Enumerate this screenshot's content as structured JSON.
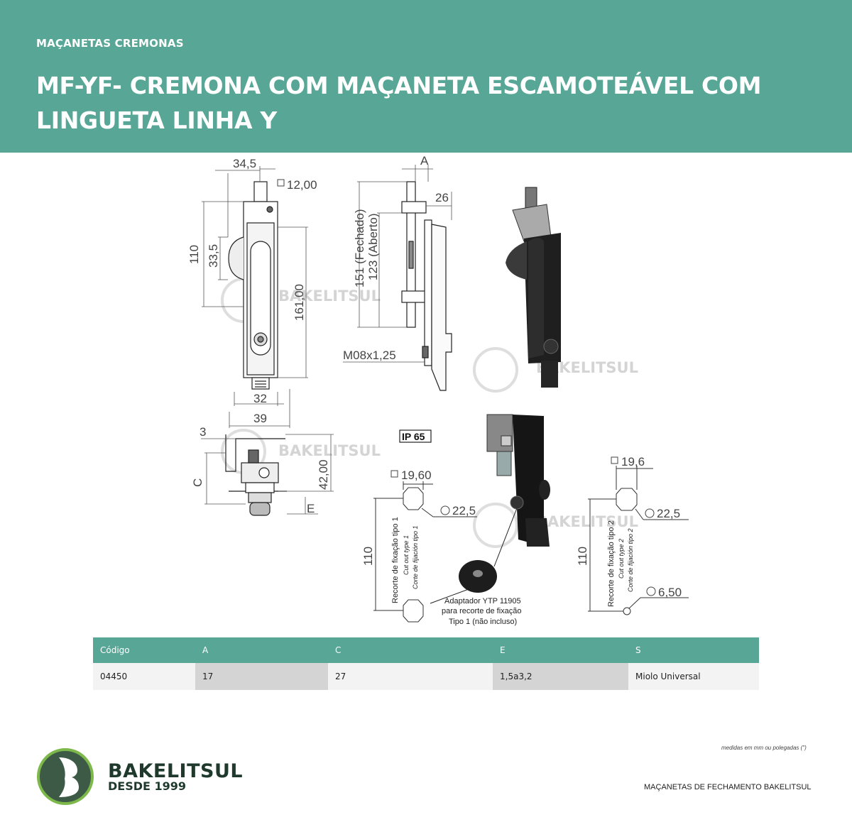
{
  "header": {
    "category": "MAÇANETAS CREMONAS",
    "title": "MF-YF- CREMONA COM MAÇANETA ESCAMOTEÁVEL COM LINGUETA LINHA Y"
  },
  "drawing": {
    "watermark": "BAKELITSUL",
    "front_view": {
      "dim_width_top": "34,5",
      "dim_square": "12,00",
      "dim_110": "110",
      "dim_33_5": "33,5",
      "dim_161": "161,00",
      "dim_32": "32",
      "dim_39": "39"
    },
    "side_view": {
      "dim_a": "A",
      "dim_26": "26",
      "dim_151": "151 (Fechado)",
      "dim_123": "123 (Aberto)",
      "dim_thread": "M08x1,25"
    },
    "bottom_view": {
      "dim_3": "3",
      "dim_c": "C",
      "dim_42": "42,00",
      "dim_e": "E"
    },
    "ip_rating": "IP 65",
    "cutout1": {
      "dim_square": "19,60",
      "dim_diameter": "22,5",
      "dim_110": "110",
      "label_pt": "Recorte de fixação tipo 1",
      "label_en": "Cut out type 1",
      "label_es": "Corte de fijación tipo 1"
    },
    "adapter_note": {
      "line1": "Adaptador YTP 11905",
      "line2": "para recorte de fixação",
      "line3": "Tipo 1 (não incluso)"
    },
    "cutout2": {
      "dim_square": "19,6",
      "dim_diameter": "22,5",
      "dim_110": "110",
      "dim_hole": "6,50",
      "label_pt": "Recorte de fixação tipo 2",
      "label_en": "Cut out type 2",
      "label_es": "Corte de fijación tipo 2"
    }
  },
  "table": {
    "headers": [
      "Código",
      "A",
      "C",
      "E",
      "S"
    ],
    "rows": [
      [
        "04450",
        "17",
        "27",
        "1,5a3,2",
        "Miolo Universal"
      ]
    ]
  },
  "footer": {
    "units_note": "medidas em mm ou polegadas (\")",
    "brand": "BAKELITSUL",
    "since": "DESDE 1999",
    "right_text": "MAÇANETAS DE FECHAMENTO BAKELITSUL"
  },
  "colors": {
    "accent": "#58a696",
    "brand_dark": "#1f3a2d",
    "table_shade": "#d4d4d4"
  }
}
